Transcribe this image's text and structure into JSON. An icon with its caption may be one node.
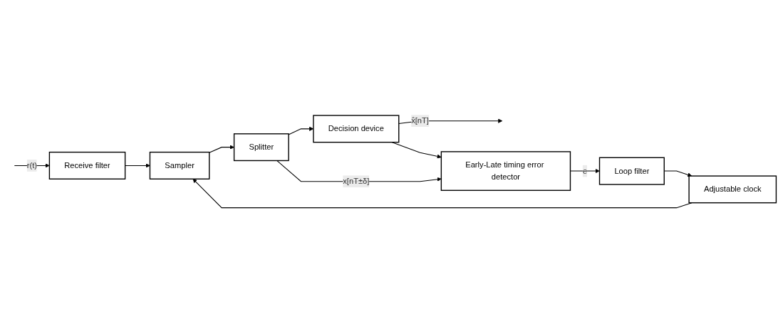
{
  "diagram": {
    "nodes": [
      {
        "text": [
          "Receive filter"
        ]
      },
      {
        "text": [
          "Sampler"
        ]
      },
      {
        "text": [
          "Splitter"
        ]
      },
      {
        "text": [
          "Decision device"
        ]
      },
      {
        "text": [
          "Early-Late timing error detector"
        ]
      },
      {
        "text": [
          "Loop filter"
        ]
      },
      {
        "text": [
          "Adjustable clock"
        ]
      }
    ],
    "edges": [
      {
        "from": null,
        "to": 0,
        "arrow": "to",
        "label": "r(t)"
      },
      {
        "from": 0,
        "to": 1,
        "arrow": "to"
      },
      {
        "from": 1,
        "to": 2,
        "arrow": "to"
      },
      {
        "from": 2,
        "to": 3,
        "arrow": "to"
      },
      {
        "from": 3,
        "to": null,
        "arrow": "to",
        "label": "x̂[nT]"
      },
      {
        "from": 3,
        "to": 4,
        "arrow": "to"
      },
      {
        "from": 2,
        "to": 4,
        "arrow": "to",
        "label": "x[nT±δ]"
      },
      {
        "from": 4,
        "to": 5,
        "arrow": "to",
        "label": "e"
      },
      {
        "from": 5,
        "to": 6,
        "arrow": "to"
      },
      {
        "from": 6,
        "to": 1,
        "arrow": "to"
      }
    ]
  }
}
